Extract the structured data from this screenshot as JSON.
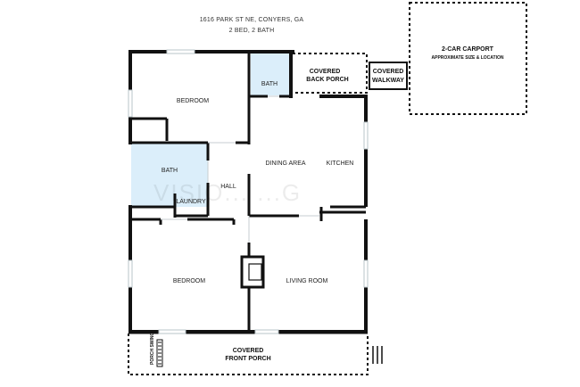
{
  "header": {
    "address": "1616 PARK ST NE, CONYERS, GA",
    "summary": "2 BED, 2 BATH"
  },
  "rooms": {
    "bedroom_top": "BEDROOM",
    "bath_top": "BATH",
    "covered_back_porch_1": "COVERED",
    "covered_back_porch_2": "BACK PORCH",
    "covered_walkway_1": "COVERED",
    "covered_walkway_2": "WALKWAY",
    "carport_title": "2-CAR CARPORT",
    "carport_note": "APPROXIMATE SIZE & LOCATION",
    "bath_mid": "BATH",
    "laundry": "LAUNDRY",
    "hall": "HALL",
    "dining": "DINING AREA",
    "kitchen": "KITCHEN",
    "bedroom_bottom": "BEDROOM",
    "living": "LIVING ROOM",
    "front_porch_1": "COVERED",
    "front_porch_2": "FRONT PORCH",
    "porch_swing": "PORCH SWING"
  },
  "watermark": "VISIO... ...G",
  "colors": {
    "wall": "#111111",
    "bath_fill": "#dbeefa",
    "window": "#b9c4c8",
    "dashed": "#111111"
  }
}
